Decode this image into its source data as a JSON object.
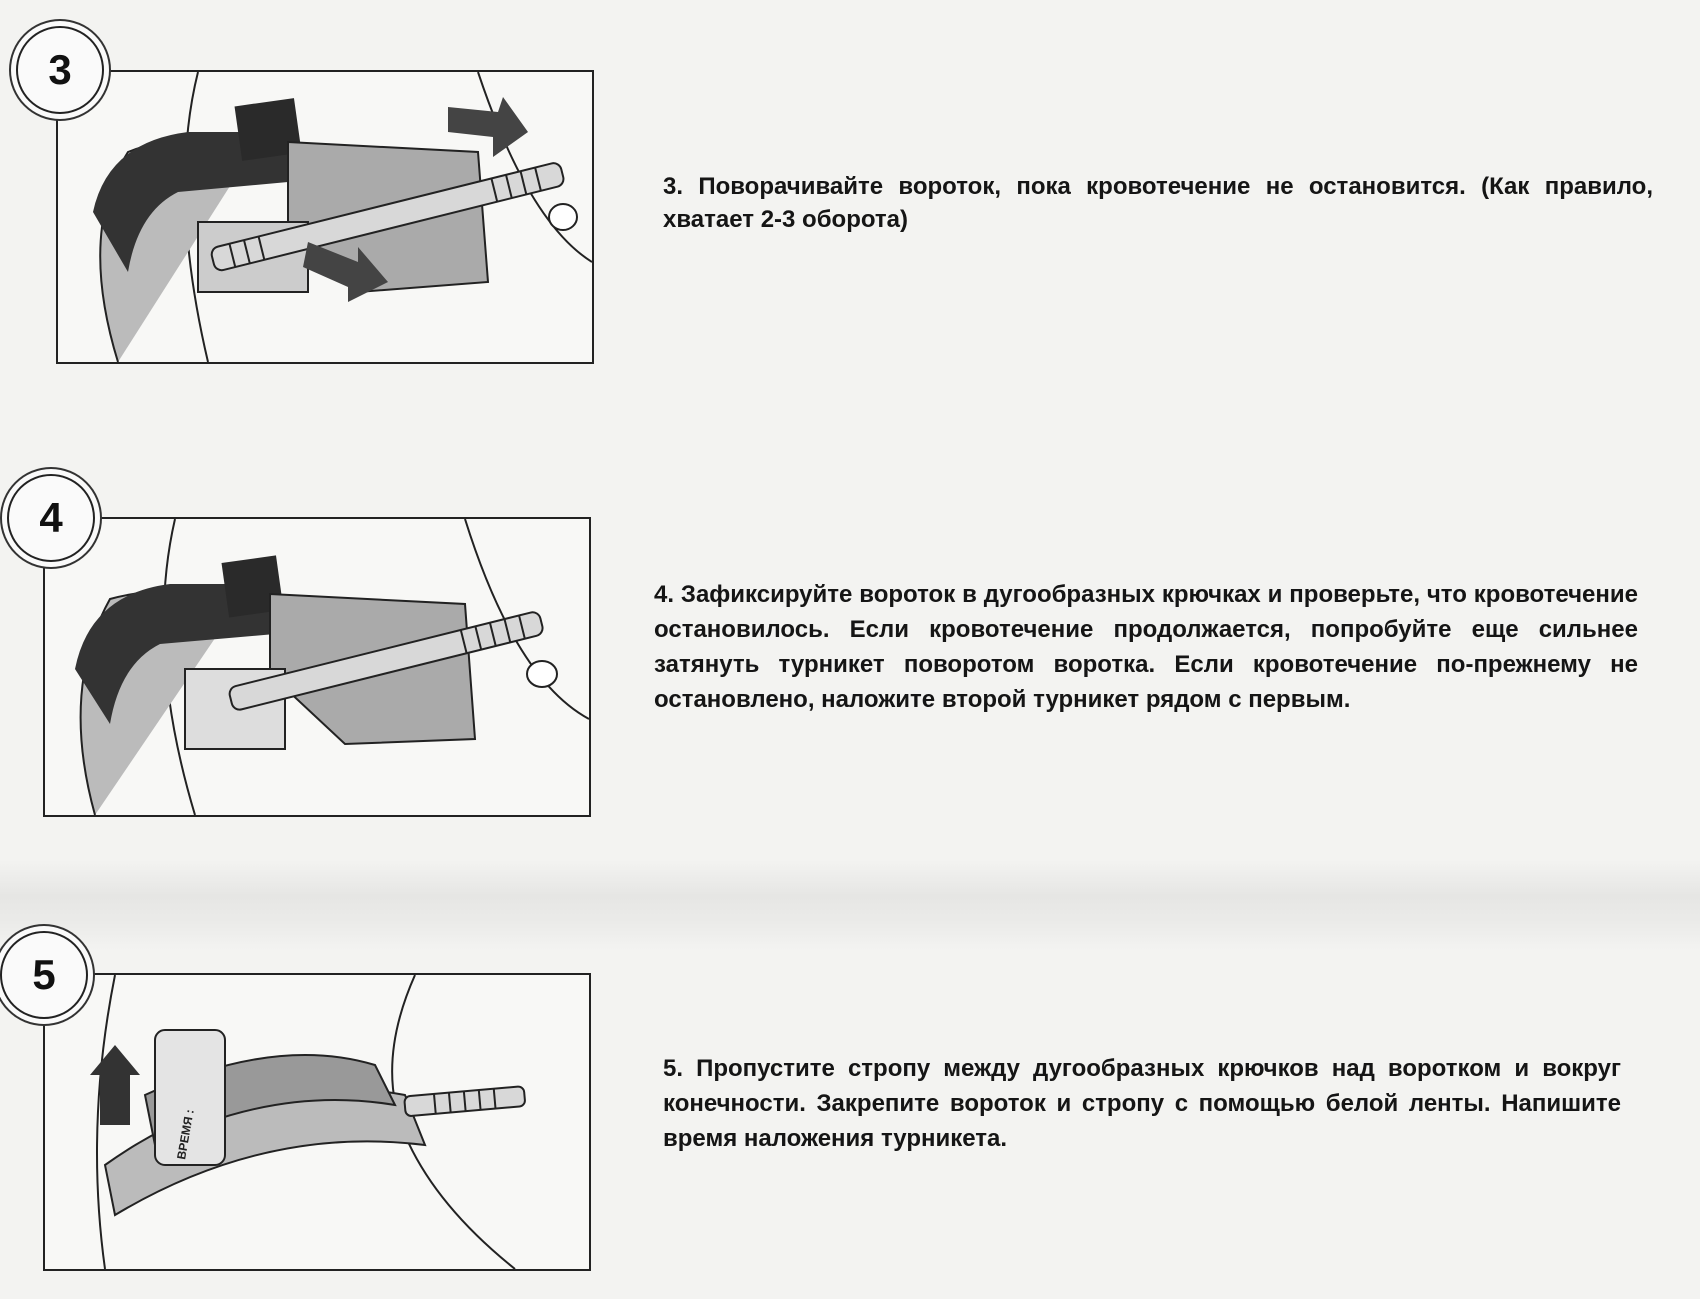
{
  "steps": [
    {
      "number": "3",
      "text": "3. Поворачивайте вороток, пока кровотечение не остановится. (Как правило, хватает 2-3 оборота)"
    },
    {
      "number": "4",
      "text": "4. Зафиксируйте вороток в дугообразных крючках и проверьте, что кровотечение остановилось. Если кровотечение продолжается, попробуйте еще сильнее затянуть турникет поворотом воротка. Если кровотечение по-прежнему не остановлено, наложите второй турникет рядом с первым."
    },
    {
      "number": "5",
      "text": "5. Пропустите стропу между дугообразных крючков над воротком и вокруг конечности. Закрепите вороток и стропу с помощью белой ленты. Напишите время наложения турникета.",
      "strap_label": "ВРЕМЯ :"
    }
  ]
}
